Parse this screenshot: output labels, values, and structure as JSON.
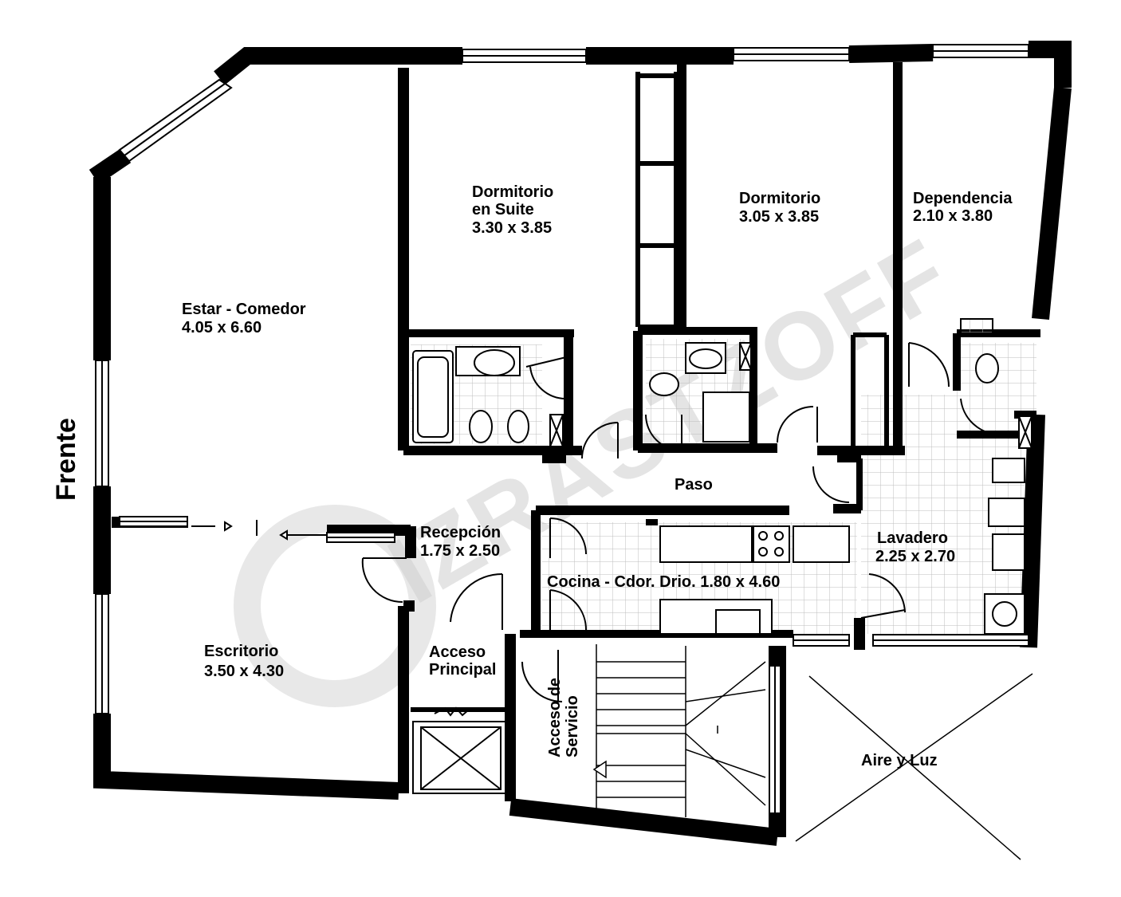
{
  "plan": {
    "front_label": "Frente",
    "watermark": "IZRASTZOFF",
    "rooms": {
      "estar": {
        "name": "Estar - Comedor",
        "size": "4.05 x 6.60"
      },
      "suite": {
        "name1": "Dormitorio",
        "name2": "en Suite",
        "size": "3.30 x 3.85"
      },
      "dormitorio": {
        "name": "Dormitorio",
        "size": "3.05 x 3.85"
      },
      "dependencia": {
        "name": "Dependencia",
        "size": "2.10 x 3.80"
      },
      "paso": {
        "name": "Paso"
      },
      "recepcion": {
        "name": "Recepción",
        "size": "1.75 x 2.50"
      },
      "lavadero": {
        "name": "Lavadero",
        "size": "2.25 x 2.70"
      },
      "cocina": {
        "name": "Cocina - Cdor. Drio. 1.80 x 4.60"
      },
      "escritorio": {
        "name": "Escritorio",
        "size": "3.50 x 4.30"
      },
      "acceso_principal": {
        "name1": "Acceso",
        "name2": "Principal"
      },
      "acceso_servicio": {
        "name1": "Acceso de",
        "name2": "Servicio"
      },
      "aire_luz": {
        "name": "Aire y Luz"
      }
    },
    "colors": {
      "wall": "#000000",
      "tile": "#bdbdbd",
      "watermark": "#cfcfcf"
    }
  }
}
